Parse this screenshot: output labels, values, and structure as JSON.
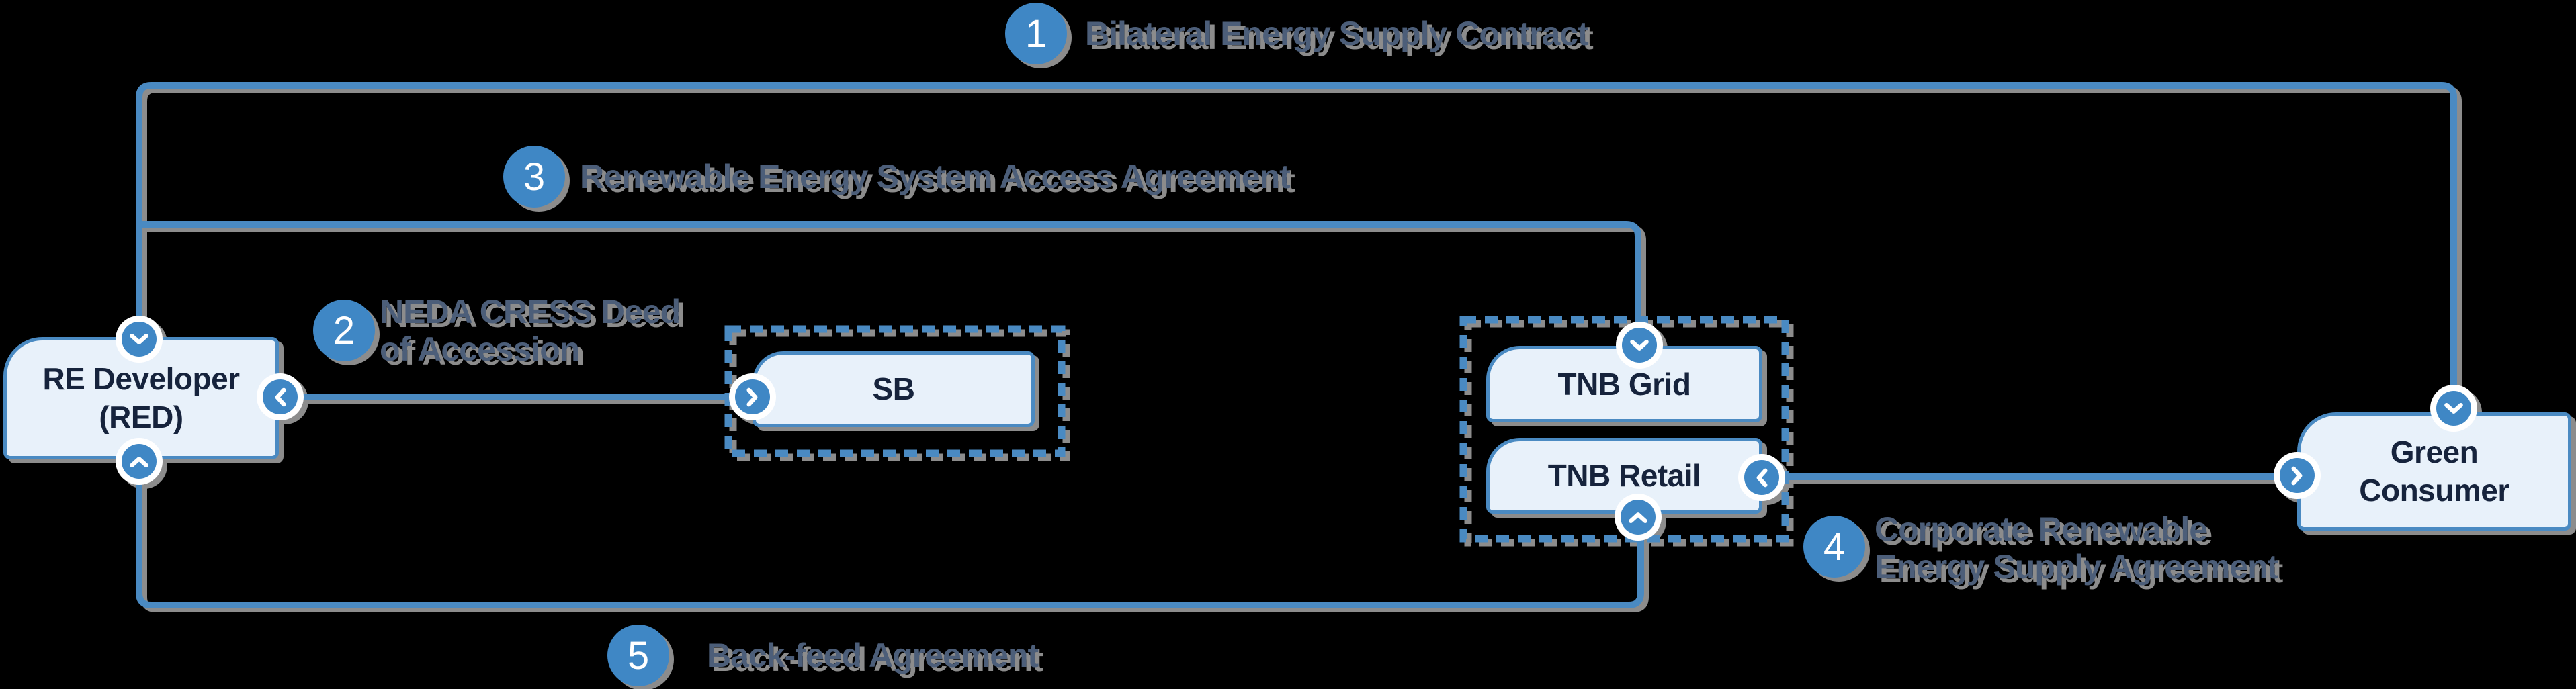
{
  "colors": {
    "background": "#000000",
    "connector_blue": "#4a8ac2",
    "arrow_circle_blue": "#3f87c5",
    "badge_blue": "#3f87c5",
    "node_fill": "#e8f1fa",
    "node_border": "#4a8ac2",
    "node_text": "#16233c",
    "label_text": "#4c5e79",
    "shadow_gray": "#8c8c8c",
    "arrow_glyph_white": "#ffffff"
  },
  "nodes": {
    "red": {
      "lines": [
        "RE Developer",
        "(RED)"
      ]
    },
    "sb": {
      "lines": [
        "SB"
      ]
    },
    "tnb_grid": {
      "lines": [
        "TNB Grid"
      ]
    },
    "tnb_retail": {
      "lines": [
        "TNB Retail"
      ]
    },
    "green": {
      "lines": [
        "Green",
        "Consumer"
      ]
    }
  },
  "labels": [
    {
      "num": "1",
      "lines": [
        "Bilateral Energy Supply Contract"
      ]
    },
    {
      "num": "2",
      "lines": [
        "NEDA CRESS Deed",
        "of Accession"
      ]
    },
    {
      "num": "3",
      "lines": [
        "Renewable Energy System Access Agreement"
      ]
    },
    {
      "num": "4",
      "lines": [
        "Corporate Renewable",
        "Energy Supply Agreement"
      ]
    },
    {
      "num": "5",
      "lines": [
        "Back-feed Agreement"
      ]
    }
  ]
}
